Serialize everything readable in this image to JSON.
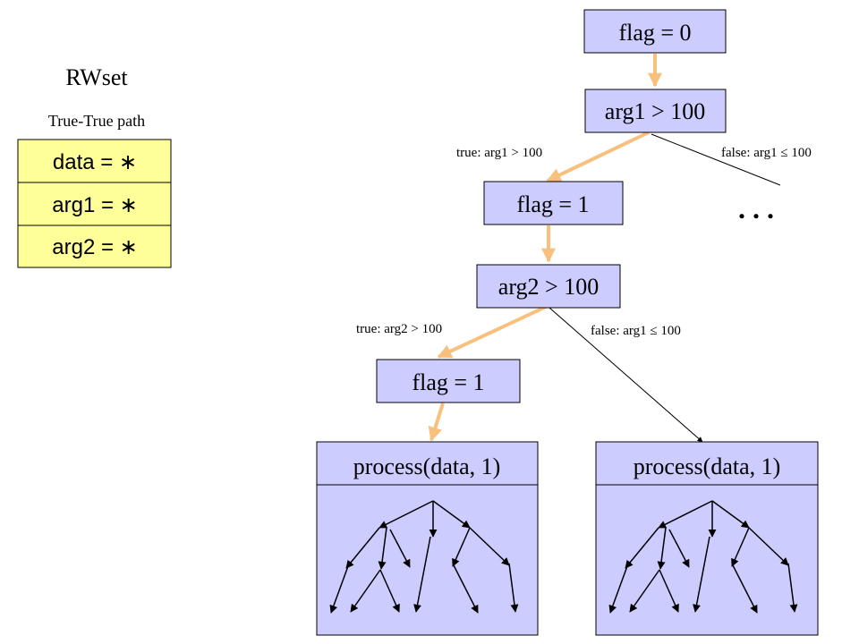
{
  "rwset": {
    "title": "RWset",
    "subtitle": "True-True path",
    "rows": [
      "data = ∗",
      "arg1 = ∗",
      "arg2 = ∗"
    ]
  },
  "nodes": {
    "flag0": "flag = 0",
    "cond1": "arg1 > 100",
    "flag1a": "flag = 1",
    "cond2": "arg2 > 100",
    "flag1b": "flag = 1",
    "proc_left": "process(data, 1)",
    "proc_right": "process(data, 1)"
  },
  "edges": {
    "cond1_true": "true: arg1 > 100",
    "cond1_false": "false: arg1  ≤  100",
    "cond2_true": "true: arg2 > 100",
    "cond2_false": "false: arg1  ≤  100"
  },
  "ellipsis": ". . .",
  "colors": {
    "node_fill": "#ccccff",
    "rwset_fill": "#ffff99",
    "highlight_path": "#f8c07c"
  }
}
